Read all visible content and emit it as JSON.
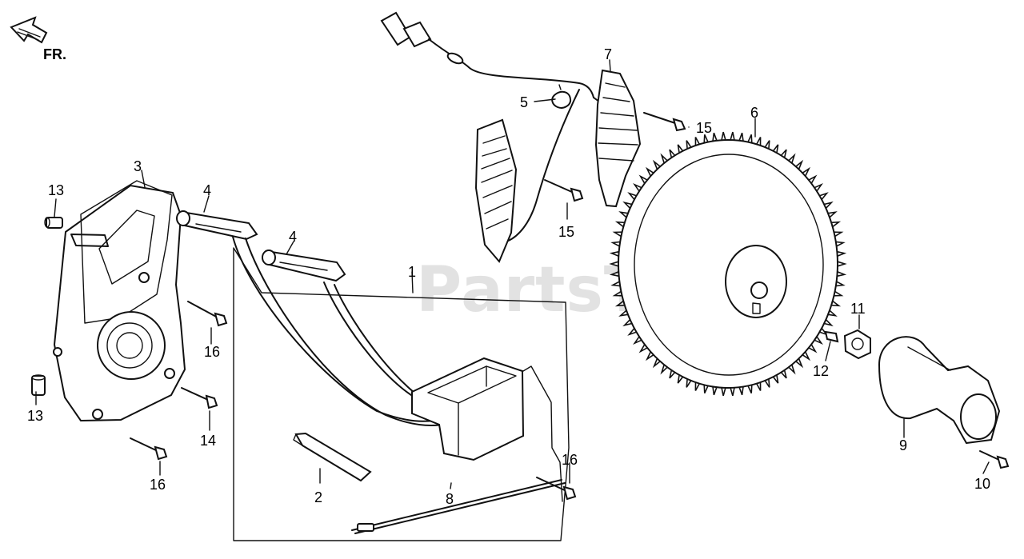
{
  "diagram": {
    "watermark": "PartsTree",
    "trademark": "™",
    "direction_label": "FR.",
    "callouts": [
      "1",
      "2",
      "3",
      "4",
      "4",
      "5",
      "6",
      "7",
      "8",
      "9",
      "10",
      "11",
      "12",
      "13",
      "13",
      "14",
      "15",
      "15",
      "16",
      "16",
      "16"
    ]
  }
}
